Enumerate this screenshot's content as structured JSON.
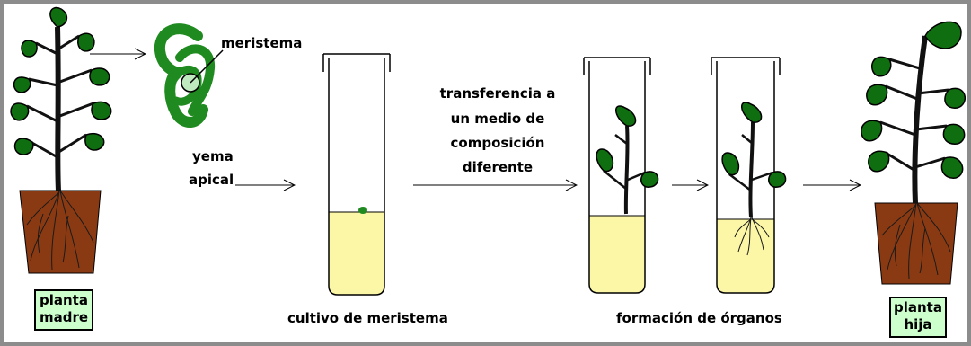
{
  "labels": {
    "meristema": "meristema",
    "yema": "yema",
    "apical": "apical",
    "transfer_line1": "transferencia a",
    "transfer_line2": "un medio de",
    "transfer_line3": "composición",
    "transfer_line4": "diferente",
    "cultivo": "cultivo de meristema",
    "formacion": "formación de órganos"
  },
  "tags": {
    "madre_line1": "planta",
    "madre_line2": "madre",
    "hija_line1": "planta",
    "hija_line2": "hija"
  },
  "colors": {
    "leaf": "#0f6e0f",
    "stem": "#1a1a1a",
    "soil": "#8a3a12",
    "medium": "#fbf7a6",
    "meristem_green": "#1f8a1f",
    "tag_bg": "#ccffcc",
    "frame": "#8c8c8c"
  }
}
